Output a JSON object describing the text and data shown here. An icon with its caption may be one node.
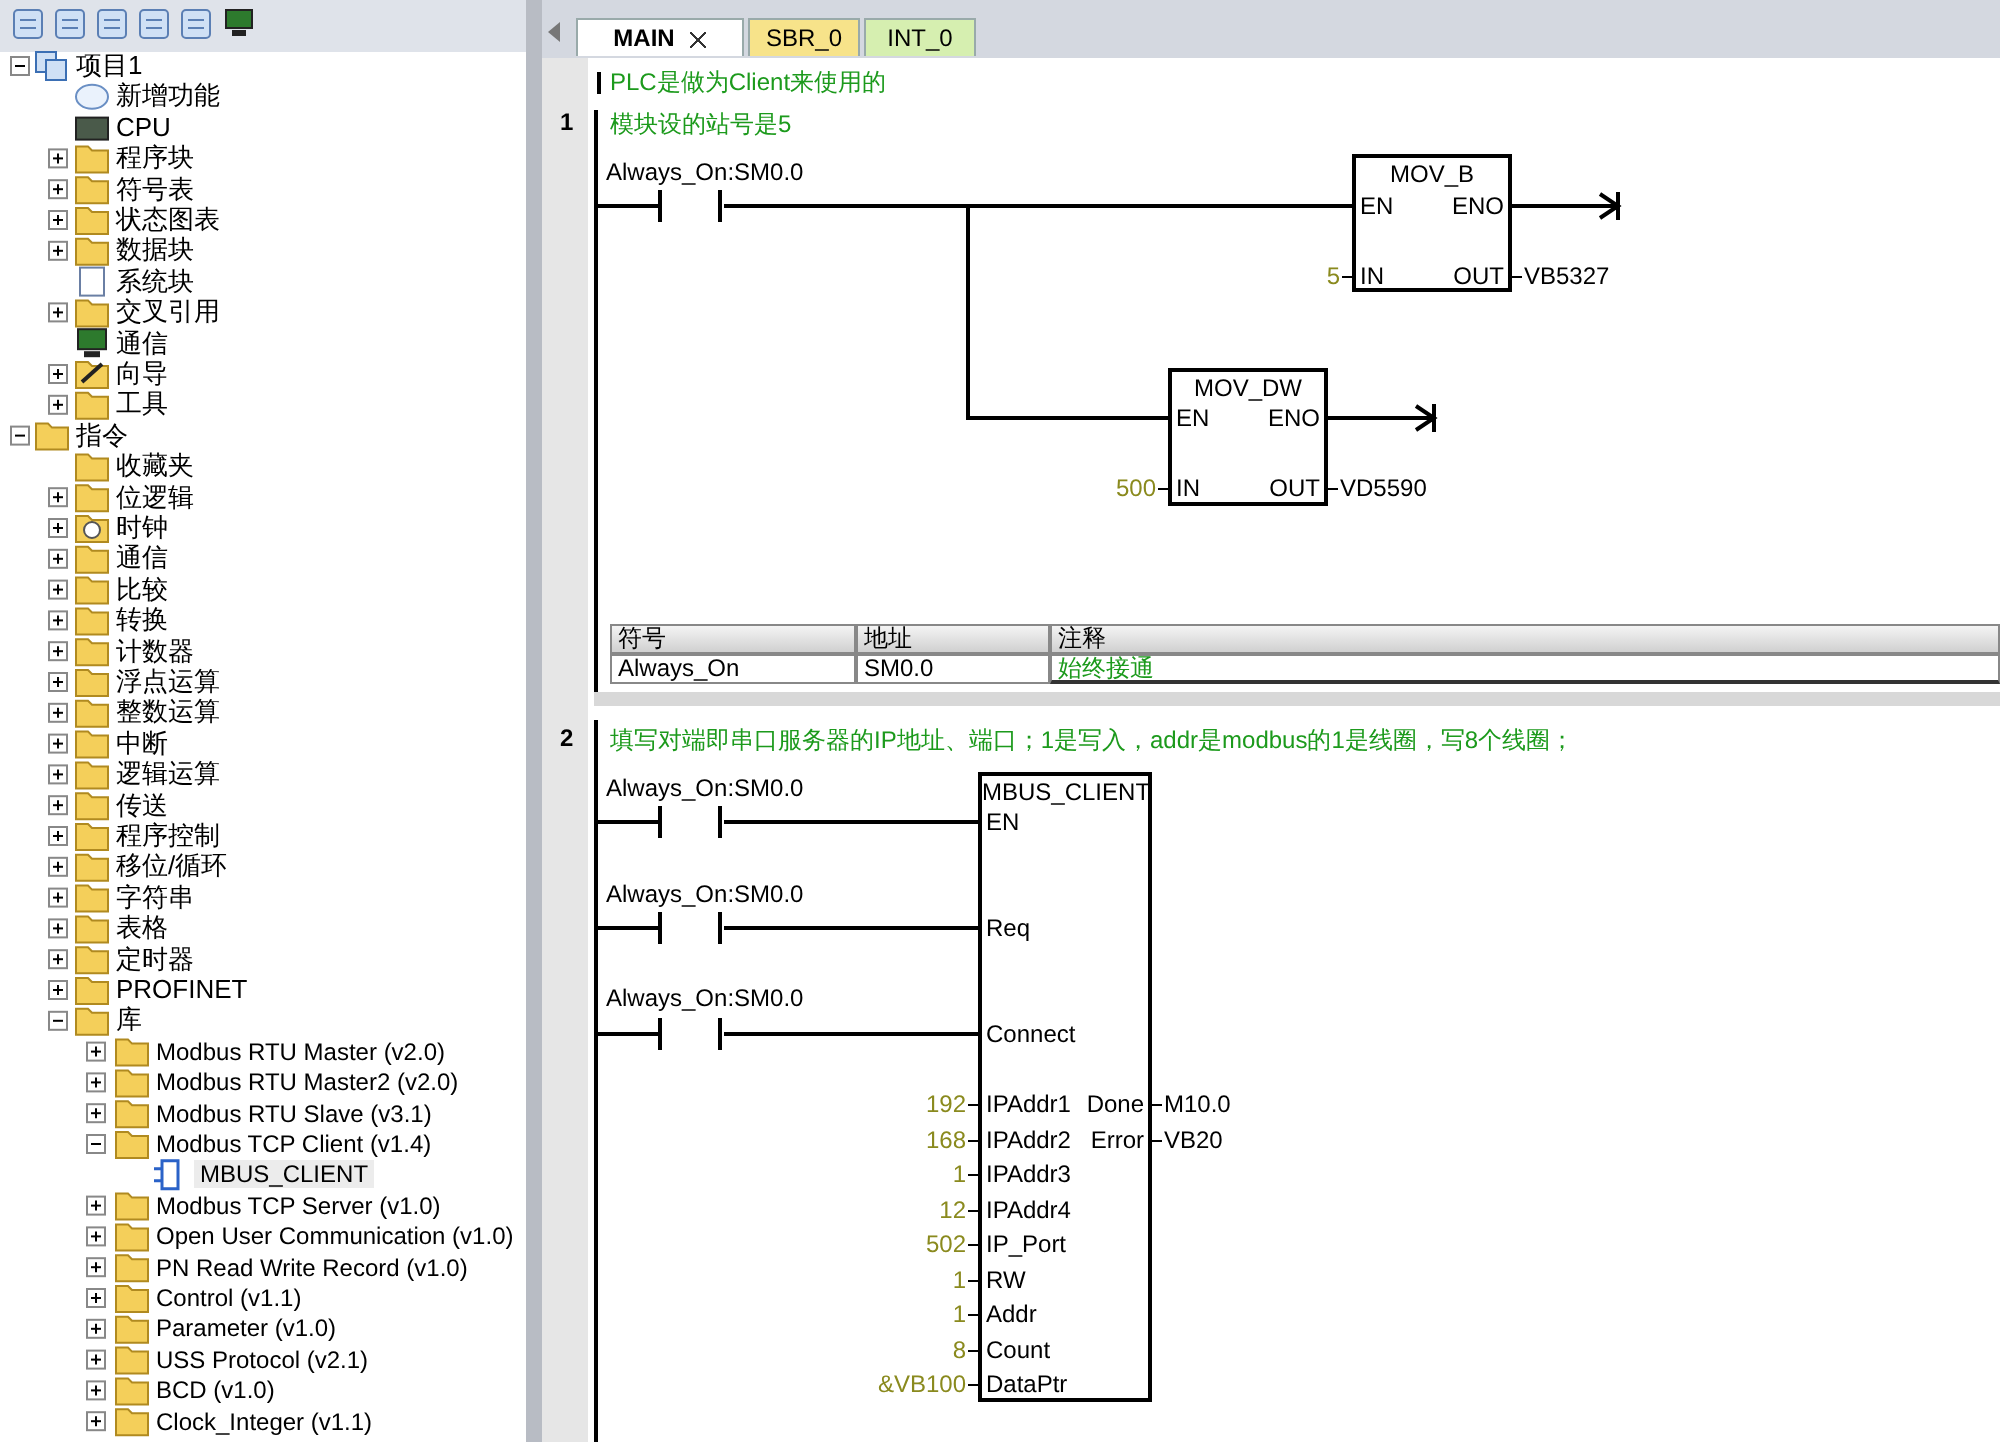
{
  "diagram": {
    "nodes": [
      {
        "text": [
          "Always_On:SM0.0"
        ]
      },
      {
        "text": [
          "MOV_B",
          "EN",
          "ENO",
          "IN",
          "OUT"
        ],
        "beside": [
          "5",
          "VB5327"
        ]
      },
      {
        "text": [
          "MOV_DW",
          "EN",
          "ENO",
          "IN",
          "OUT"
        ],
        "beside": [
          "500",
          "VD5590"
        ]
      },
      {
        "text": [
          "Always_On:SM0.0"
        ]
      },
      {
        "text": [
          "Always_On:SM0.0"
        ]
      },
      {
        "text": [
          "Always_On:SM0.0"
        ]
      },
      {
        "text": [
          "MBUS_CLIENT",
          "EN",
          "Req",
          "Connect",
          "IPAddr1",
          "IPAddr2",
          "IPAddr3",
          "IPAddr4",
          "IP_Port",
          "RW",
          "Addr",
          "Count",
          "DataPtr",
          "Done",
          "Error"
        ],
        "beside": [
          "192",
          "168",
          "1",
          "12",
          "502",
          "1",
          "1",
          "8",
          "&VB100",
          "M10.0",
          "VB20"
        ]
      }
    ],
    "edges": [
      {
        "from": 0,
        "to": 1,
        "arrow": "none"
      },
      {
        "from": 0,
        "to": 2,
        "arrow": "none"
      },
      {
        "from": 1,
        "to": null,
        "arrow": "to"
      },
      {
        "from": 2,
        "to": null,
        "arrow": "to"
      },
      {
        "from": 3,
        "to": 6,
        "arrow": "none"
      },
      {
        "from": 4,
        "to": 6,
        "arrow": "none"
      },
      {
        "from": 5,
        "to": 6,
        "arrow": "none"
      }
    ],
    "labels": [
      "项目1",
      "新增功能",
      "CPU",
      "程序块",
      "符号表",
      "状态图表",
      "数据块",
      "系统块",
      "交叉引用",
      "通信",
      "向导",
      "工具",
      "指令",
      "收藏夹",
      "位逻辑",
      "时钟",
      "通信",
      "比较",
      "转换",
      "计数器",
      "浮点运算",
      "整数运算",
      "中断",
      "逻辑运算",
      "传送",
      "程序控制",
      "移位/循环",
      "字符串",
      "表格",
      "定时器",
      "PROFINET",
      "库",
      "Modbus RTU Master (v2.0)",
      "Modbus RTU Master2 (v2.0)",
      "Modbus RTU Slave (v3.1)",
      "Modbus TCP Client (v1.4)",
      "MBUS_CLIENT",
      "Modbus TCP Server (v1.0)",
      "Open User Communication (v1.0)",
      "PN Read Write Record (v1.0)",
      "Control (v1.1)",
      "Parameter (v1.0)",
      "USS Protocol (v2.1)",
      "BCD (v1.0)",
      "Clock_Integer (v1.1)",
      "MAIN",
      "SBR_0",
      "INT_0",
      "PLC是做为Client来使用的",
      "1",
      "模块设的站号是5",
      "符号",
      "地址",
      "注释",
      "Always_On",
      "SM0.0",
      "始终接通",
      "2",
      "填写对端即串口服务器的IP地址、端口；1是写入，addr是modbus的1是线圈，写8个线圈；"
    ]
  }
}
